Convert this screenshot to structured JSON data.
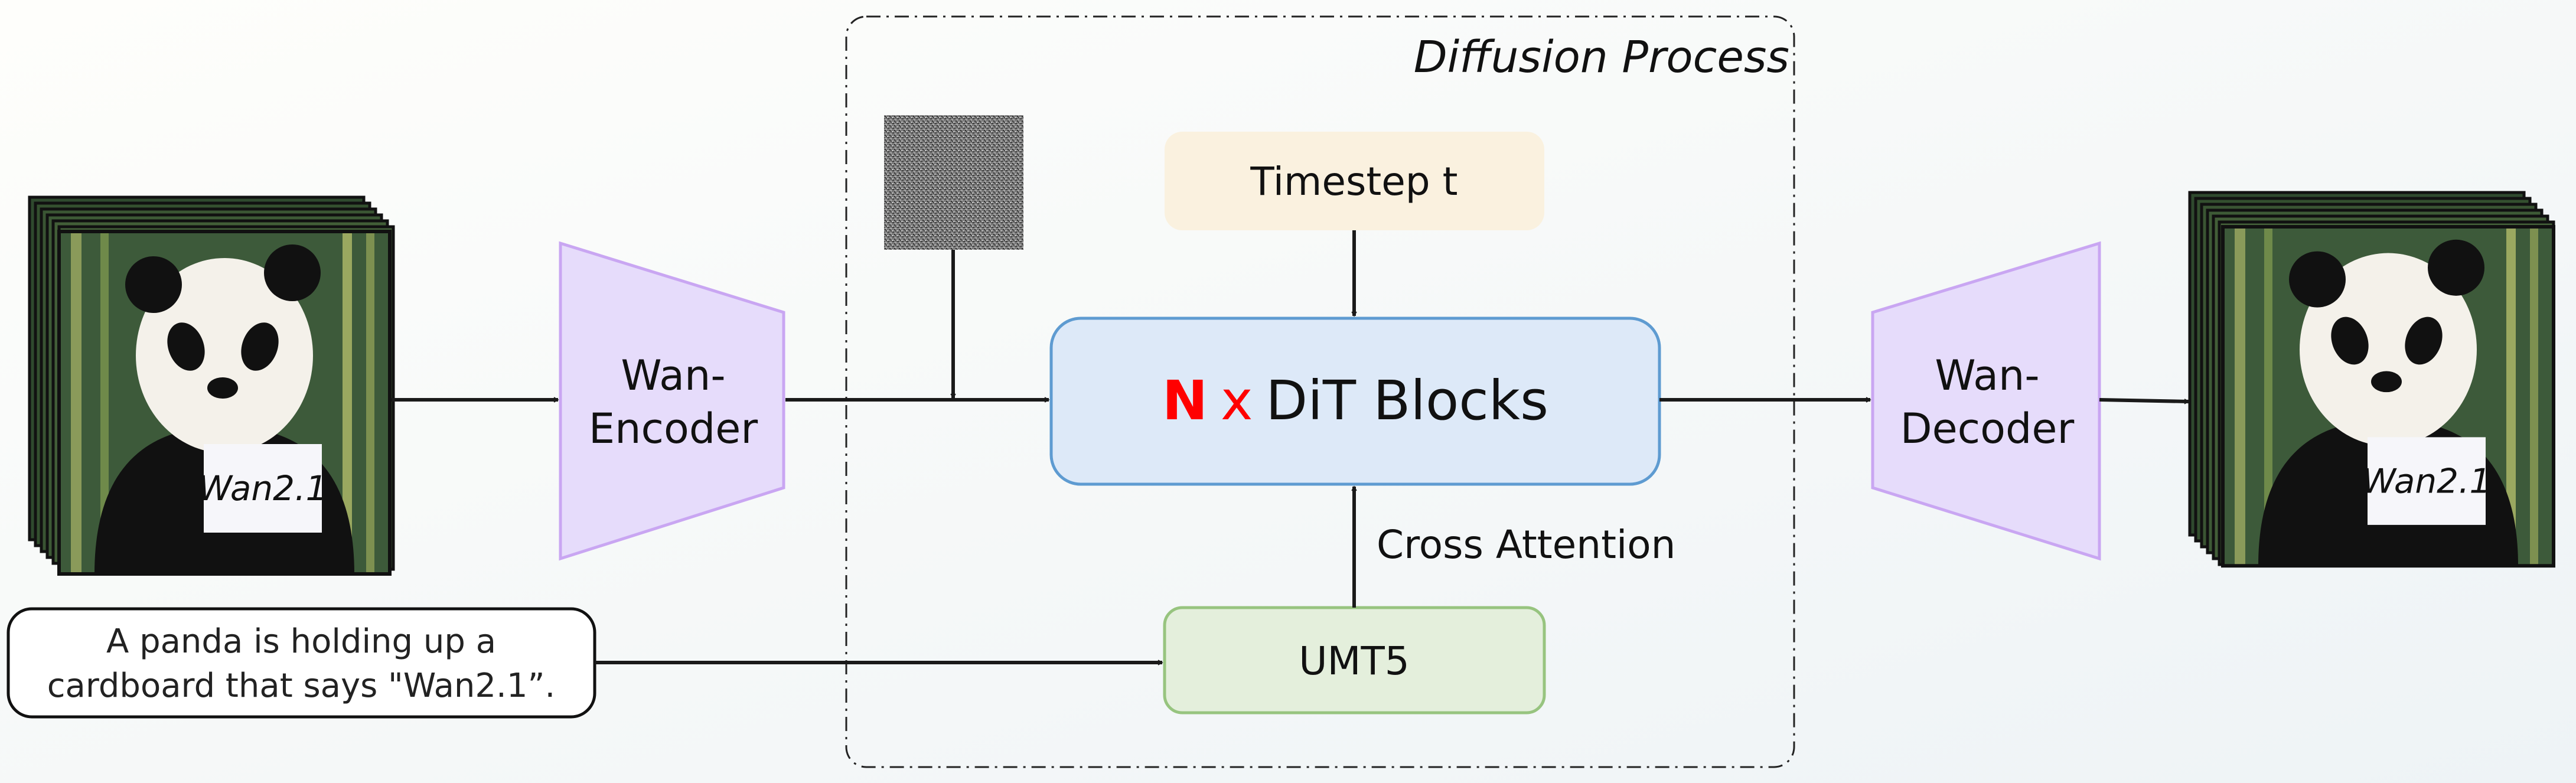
{
  "diffusion_label": "Diffusion Process",
  "timestep_label": "Timestep t",
  "dit": {
    "count": "N",
    "times": "x",
    "label": "DiT Blocks"
  },
  "cross_attention_label": "Cross Attention",
  "umt5_label": "UMT5",
  "encoder": {
    "line1": "Wan-",
    "line2": "Encoder"
  },
  "decoder": {
    "line1": "Wan-",
    "line2": "Decoder"
  },
  "prompt": {
    "line1": "A panda is holding up a",
    "line2": "cardboard that says \"Wan2.1”."
  },
  "sign_text": "Wan2.1",
  "colors": {
    "encoder_fill": "#e6dcfb",
    "encoder_stroke": "#c9a6f2",
    "timestep_fill": "#faf1df",
    "dit_fill": "#dde9f8",
    "dit_stroke": "#5e9bd1",
    "umt5_fill": "#e4efdc",
    "umt5_stroke": "#97c47f",
    "accent_red": "#ff0000"
  }
}
